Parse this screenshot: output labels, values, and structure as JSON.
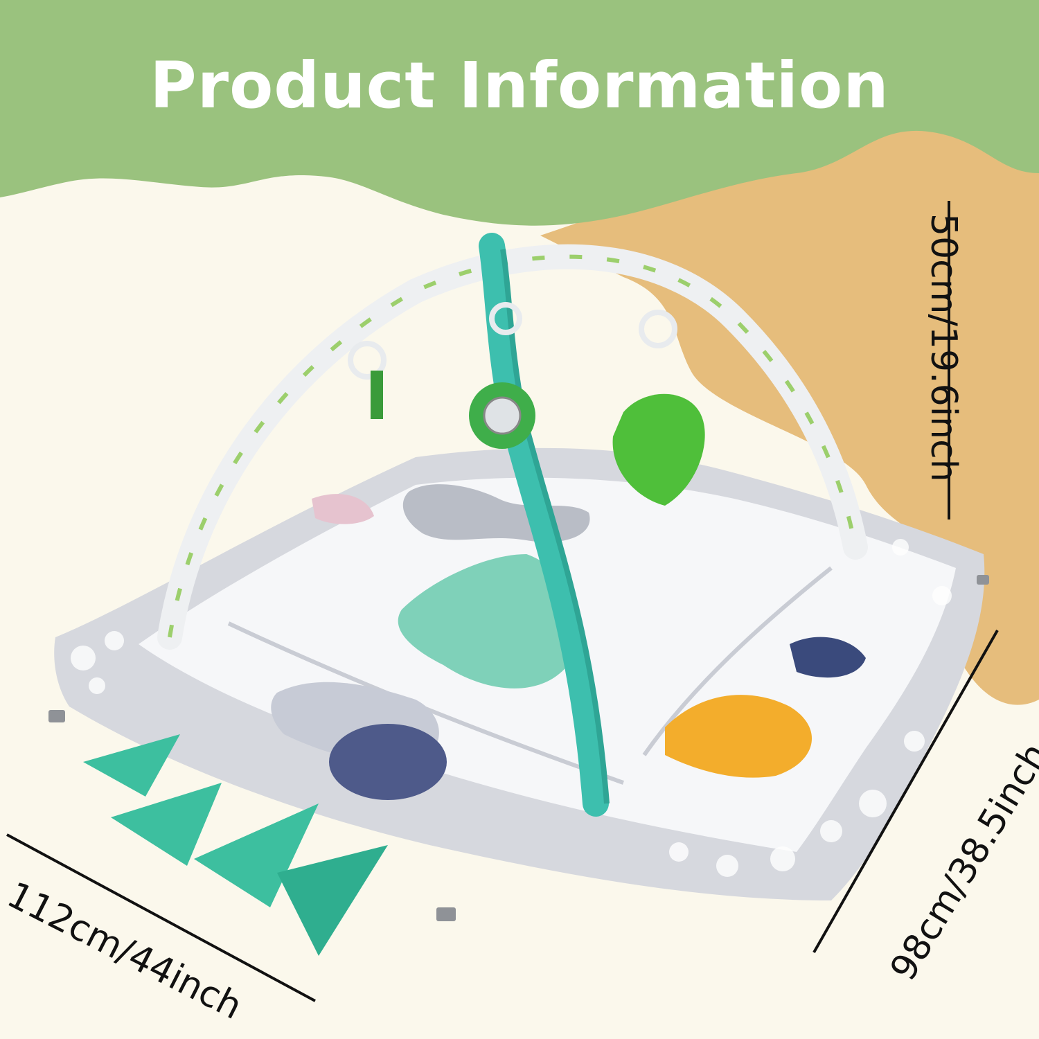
{
  "title": "Product Information",
  "dimensions": {
    "height": "50cm/19.6inch",
    "width": "112cm/44inch",
    "depth": "98cm/38.5inch"
  },
  "colors": {
    "header_green": "#9ac27e",
    "side_tan": "#e6bd7c",
    "background_cream": "#fbf8ec",
    "arch_teal": "#3dbfae",
    "mat_gray": "#d6d8de"
  },
  "product": {
    "image": "baby-play-gym-dinosaur-mat"
  }
}
